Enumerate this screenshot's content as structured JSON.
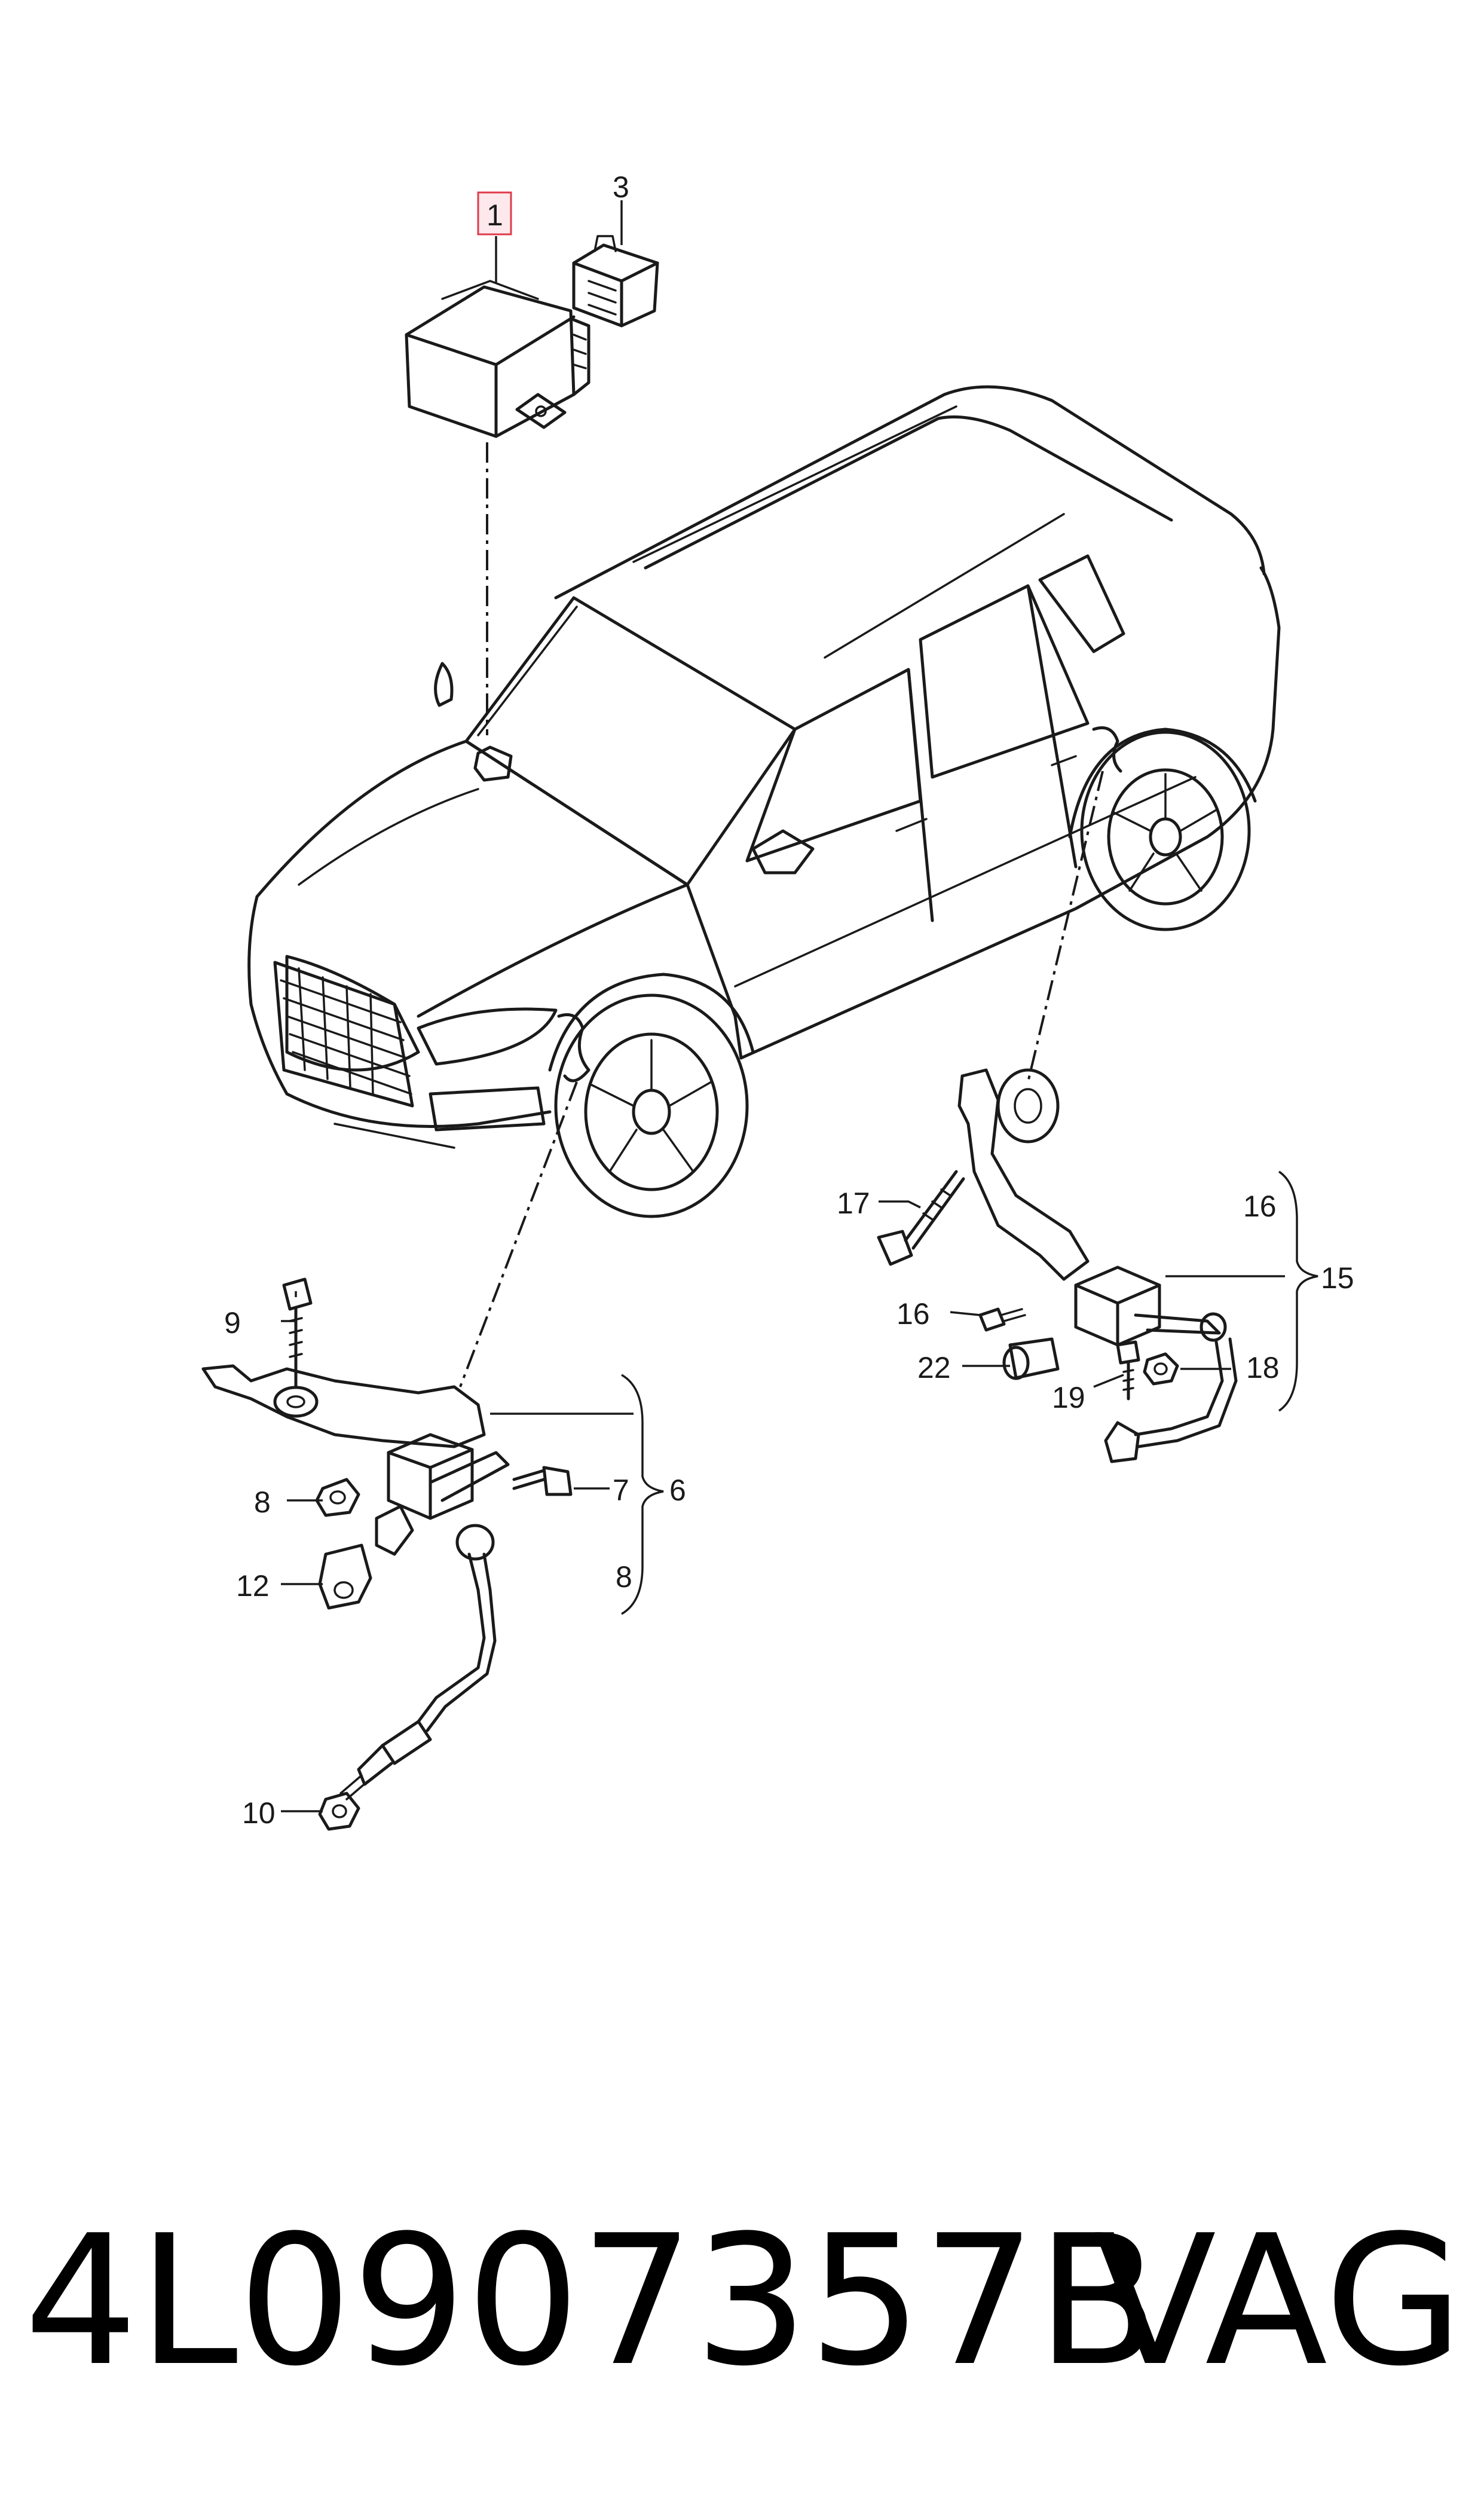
{
  "callouts": {
    "c1": "1",
    "c3": "3",
    "c6": "6",
    "c7": "7",
    "c8a": "8",
    "c8b": "8",
    "c9": "9",
    "c10": "10",
    "c12": "12",
    "c15": "15",
    "c16a": "16",
    "c16b": "16",
    "c17": "17",
    "c18": "18",
    "c19": "19",
    "c22": "22"
  },
  "highlight": {
    "callout": "1",
    "color": "#e03a4a"
  },
  "footer": {
    "part_number": "4L0907357B",
    "brand": "VAG"
  }
}
